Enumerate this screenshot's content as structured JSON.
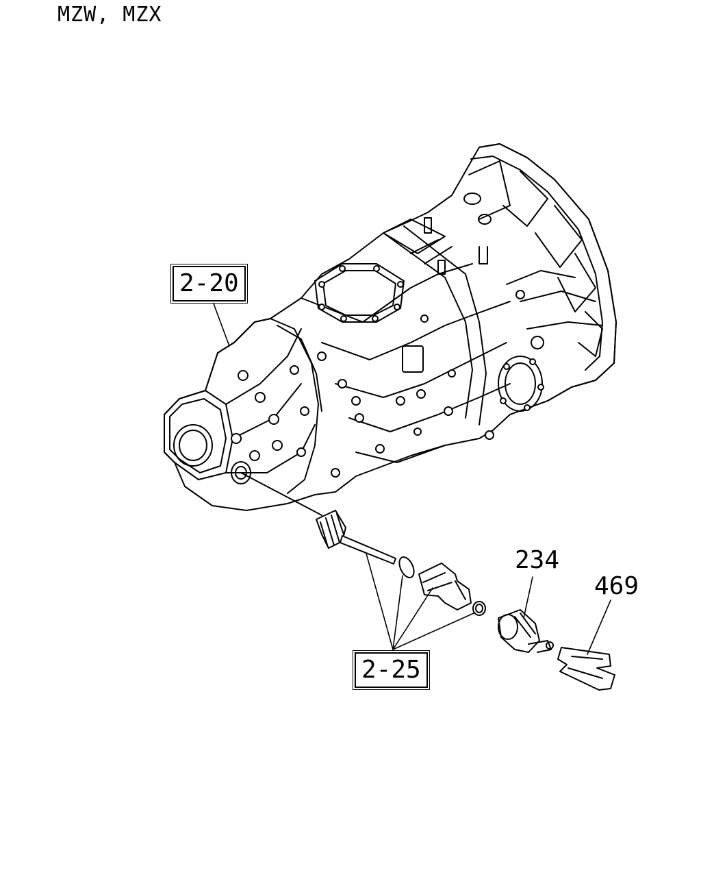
{
  "header": {
    "model_codes": "MZW, MZX"
  },
  "callouts": {
    "transmission_ref": "2-20",
    "drive_gear_ref": "2-25",
    "speed_sensor_part": "234",
    "bracket_part": "469"
  }
}
